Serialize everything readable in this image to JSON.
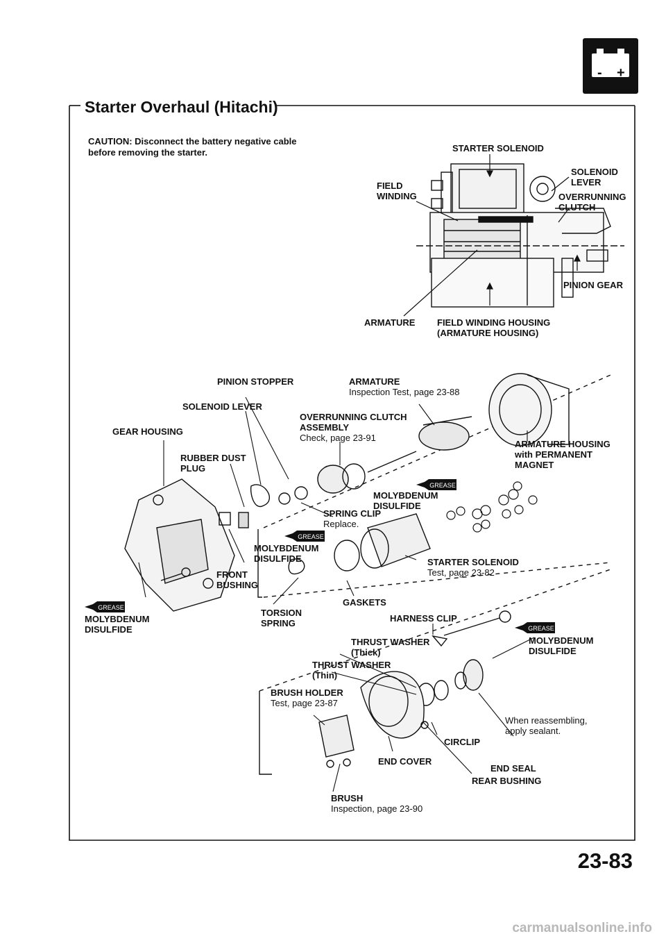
{
  "header": {
    "title": "Starter Overhaul (Hitachi)",
    "caution": "CAUTION: Disconnect the battery negative cable\nbefore removing the starter.",
    "battery_icon": "battery-icon",
    "battery_minus": "-",
    "battery_plus": "+"
  },
  "top_diagram": {
    "starter_solenoid": "STARTER SOLENOID",
    "solenoid_lever": "SOLENOID\nLEVER",
    "field_winding": "FIELD\nWINDING",
    "overrunning_clutch": "OVERRUNNING\nCLUTCH",
    "pinion_gear": "PINION GEAR",
    "armature": "ARMATURE",
    "field_winding_housing": "FIELD WINDING HOUSING\n(ARMATURE HOUSING)"
  },
  "exploded_view": {
    "pinion_stopper": "PINION STOPPER",
    "armature_title": "ARMATURE",
    "armature_note": "Inspection Test, page 23-88",
    "solenoid_lever": "SOLENOID LEVER",
    "overrunning_clutch_assembly": "OVERRUNNING CLUTCH\nASSEMBLY",
    "overrunning_clutch_note": "Check, page 23-91",
    "gear_housing": "GEAR HOUSING",
    "armature_housing": "ARMATURE HOUSING\nwith PERMANENT\nMAGNET",
    "rubber_dust_plug": "RUBBER DUST\nPLUG",
    "molybdenum_1": "MOLYBDENUM\nDISULFIDE",
    "spring_clip": "SPRING CLIP",
    "spring_clip_note": "Replace.",
    "molybdenum_2": "MOLYBDENUM\nDISULFIDE",
    "front_bushing": "FRONT\nBUSHING",
    "starter_solenoid": "STARTER SOLENOID",
    "starter_solenoid_note": "Test, page 23-82",
    "gaskets": "GASKETS",
    "molybdenum_3": "MOLYBDENUM\nDISULFIDE",
    "torsion_spring": "TORSION\nSPRING",
    "harness_clip": "HARNESS CLIP",
    "thrust_washer_thick": "THRUST WASHER\n(Thick)",
    "molybdenum_4": "MOLYBDENUM\nDISULFIDE",
    "thrust_washer_thin": "THRUST WASHER\n(Thin)",
    "brush_holder": "BRUSH HOLDER",
    "brush_holder_note": "Test, page 23-87",
    "sealant_note": "When reassembling,\napply sealant.",
    "circlip": "CIRCLIP",
    "end_seal": "END SEAL",
    "end_cover": "END COVER",
    "rear_bushing": "REAR BUSHING",
    "brush": "BRUSH",
    "brush_note": "Inspection, page 23-90",
    "grease_label": "GREASE"
  },
  "footer": {
    "page_number": "23-83",
    "watermark": "carmanualsonline.info"
  }
}
